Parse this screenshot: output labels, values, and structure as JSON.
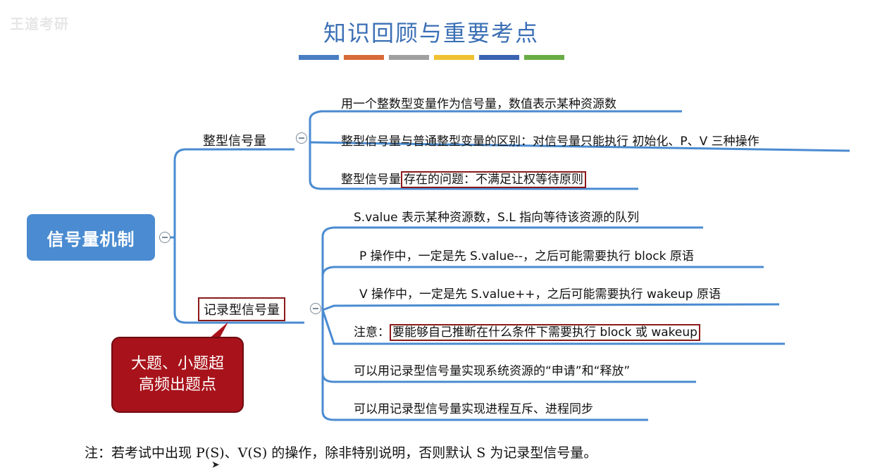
{
  "title": "知识回顾与重要考点",
  "color_bar": [
    "#4a7ec2",
    "#d86a3a",
    "#a0a0a0",
    "#f0c030",
    "#3a62b0",
    "#6aac45"
  ],
  "root": {
    "label": "信号量机制"
  },
  "branches": [
    {
      "label": "整型信号量",
      "items": [
        {
          "text": "用一个整数型变量作为信号量，数值表示某种资源数",
          "pre": "",
          "highlight": ""
        },
        {
          "text": "整型信号量与普通整型变量的区别：对信号量只能执行 初始化、P、V 三种操作",
          "pre": "",
          "highlight": ""
        },
        {
          "text": "",
          "pre": "整型信号量",
          "highlight": "存在的问题：不满足让权等待原则"
        }
      ]
    },
    {
      "label": "记录型信号量",
      "items": [
        {
          "text": "S.value 表示某种资源数，S.L 指向等待该资源的队列",
          "pre": "",
          "highlight": ""
        },
        {
          "text": "P 操作中，一定是先 S.value--，之后可能需要执行 block 原语",
          "pre": "",
          "highlight": ""
        },
        {
          "text": "V 操作中，一定是先 S.value++，之后可能需要执行 wakeup 原语",
          "pre": "",
          "highlight": ""
        },
        {
          "text": "",
          "pre": "注意：",
          "highlight": "要能够自己推断在什么条件下需要执行 block 或 wakeup"
        },
        {
          "text": "可以用记录型信号量实现系统资源的“申请”和“释放”",
          "pre": "",
          "highlight": ""
        },
        {
          "text": "可以用记录型信号量实现进程互斥、进程同步",
          "pre": "",
          "highlight": ""
        }
      ]
    }
  ],
  "callout": {
    "line1": "大题、小题超",
    "line2": "高频出题点"
  },
  "note": "注：若考试中出现 P(S)、V(S) 的操作，除非特别说明，否则默认 S 为记录型信号量。",
  "watermark": "王道考研"
}
